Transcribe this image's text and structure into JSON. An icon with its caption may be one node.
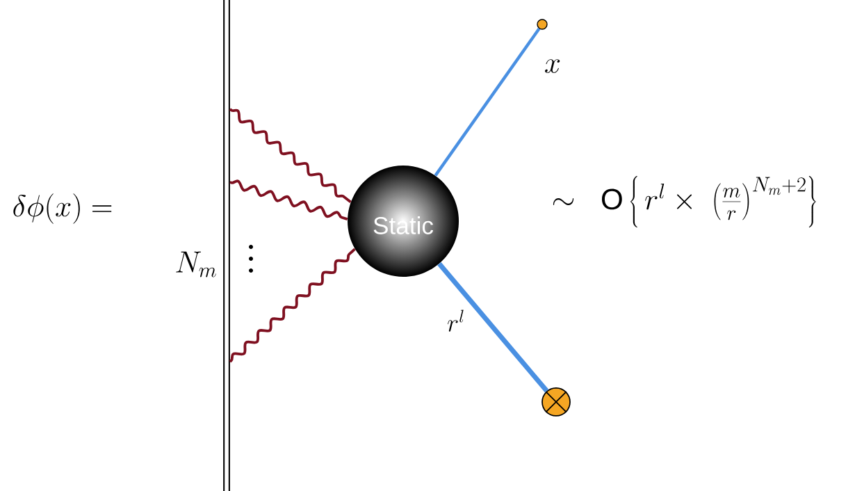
{
  "diagram": {
    "nodes": [
      {
        "text": [],
        "shape": "bar",
        "beside": [
          "N_m"
        ]
      },
      {
        "text": [
          "Static"
        ]
      },
      {
        "text": [],
        "shape": "circle",
        "beside": [
          "x"
        ]
      },
      {
        "text": [],
        "shape": "circle"
      }
    ],
    "edges": [
      {
        "from": 0,
        "to": 1,
        "arrow": "none"
      },
      {
        "from": 0,
        "to": 1,
        "arrow": "none"
      },
      {
        "from": 0,
        "to": 1,
        "arrow": "none"
      },
      {
        "from": 1,
        "to": 2,
        "arrow": "none",
        "color": "#4a90e2"
      },
      {
        "from": 1,
        "to": 3,
        "arrow": "none",
        "color": "#4a90e2",
        "style": "thick",
        "label": "r^l"
      }
    ],
    "labels": [
      "\\delta\\phi(x) =",
      "\\sim\\;\\; \\mathrm{O}\\left\\{\\, r^l \\times \\;\\left(\\frac{m}{r}\\right)^{N_m+2}\\right\\}"
    ]
  }
}
